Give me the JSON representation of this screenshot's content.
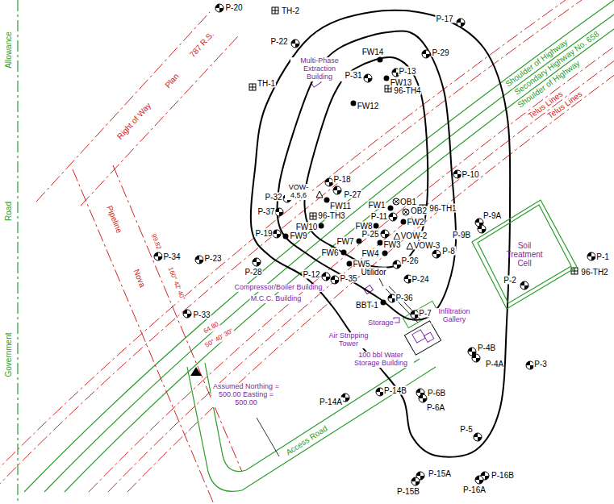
{
  "diagram": {
    "nodes": [
      {
        "text": [
          "Soil Treatment Cell"
        ]
      }
    ],
    "labels": [
      "P-20",
      "TH-2",
      "P-17",
      "787 R.S.",
      "Shoulder of Highway",
      "Allowance",
      "P-22",
      "FW14",
      "P-29",
      "Secondary Highway No. 658",
      "Plan",
      "Shoulder of Highway",
      "Telus Lines",
      "Telus Lines",
      "Multi-Phase Extraction Building",
      "P-31",
      "P-13",
      "FW13",
      "TH-1",
      "96-TH4",
      "Right of Way",
      "FW12",
      "P-10",
      "P-18",
      "VOW- 4,5,6",
      "P-27",
      "P-32",
      "FW1",
      "OB1",
      "FW11",
      "96-TH1",
      "OB2",
      "P-37",
      "96-TH3",
      "P-11",
      "P-9A",
      "Road",
      "Pipeline",
      "FW2",
      "FW10",
      "FW8",
      "P-19",
      "FW9",
      "P-25",
      "VOW-2",
      "P-9B",
      "FW7",
      "FW3",
      "VOW-3",
      "99.82",
      "P-8",
      "FW6",
      "FW4",
      "P-34",
      "P-23",
      "P-26",
      "FW5",
      "P-28",
      "P-12",
      "Utilidor",
      "Nova",
      "P-35",
      "P-24",
      "160° 42' 40\"",
      "Compressor/Boiler Building",
      "P-1",
      "96-TH2",
      "P-2",
      "M.C.C. Building",
      "P-36",
      "BBT-1",
      "P-33",
      "P-7",
      "Infiltration Gallery",
      "Storage",
      "64.80",
      "50° 40' 30\"",
      "Air Stripping Tower",
      "P-4B",
      "Government",
      "100 bbl Water Storage Building",
      "P-3",
      "P-4A",
      "P-14B",
      "Assumed Northing = 500.00 Easting = 500.00",
      "P-6B",
      "P-14A",
      "P-6A",
      "P-5",
      "Access Road",
      "P-15A",
      "P-16B",
      "P-16A",
      "P-15B"
    ]
  }
}
